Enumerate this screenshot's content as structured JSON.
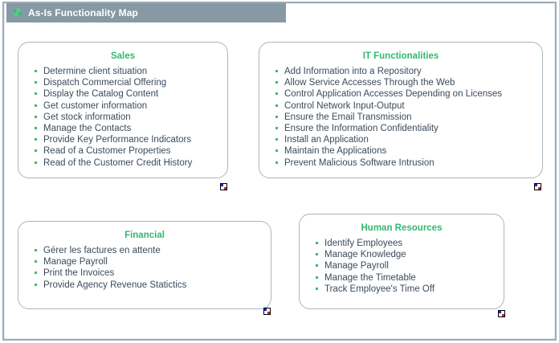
{
  "window": {
    "title": "As-Is Functionality Map",
    "title_icon": "green-diamond-icon",
    "title_bar_color": "#8699a5",
    "frame_border_color": "#9dabb7"
  },
  "theme": {
    "group_title_color": "#32b96e",
    "bullet_color": "#45b86f",
    "text_color": "#3b4a5a",
    "box_border_color": "#aab6bf"
  },
  "groups": [
    {
      "id": "sales",
      "title": "Sales",
      "marker_icon": "decomposition-icon",
      "items": [
        "Determine client situation",
        "Dispatch Commercial Offering",
        "Display the Catalog Content",
        "Get customer information",
        "Get stock information",
        "Manage the Contacts",
        "Provide Key Performance Indicators",
        "Read of a Customer Properties",
        "Read of the Customer Credit History"
      ]
    },
    {
      "id": "it-functionalities",
      "title": "IT Functionalities",
      "marker_icon": "decomposition-icon",
      "items": [
        "Add Information into a Repository",
        "Allow Service Accesses Through the Web",
        "Control Application Accesses Depending on Licenses",
        "Control Network Input-Output",
        "Ensure the Email Transmission",
        "Ensure the Information Confidentiality",
        "Install an Application",
        "Maintain the Applications",
        "Prevent Malicious Software Intrusion"
      ]
    },
    {
      "id": "financial",
      "title": "Financial",
      "marker_icon": "decomposition-icon",
      "items": [
        "Gérer les factures en attente",
        "Manage Payroll",
        "Print the Invoices",
        "Provide Agency Revenue Statictics"
      ]
    },
    {
      "id": "human-resources",
      "title": "Human Resources",
      "marker_icon": "decomposition-icon",
      "items": [
        "Identify Employees",
        "Manage Knowledge",
        "Manage Payroll",
        "Manage the Timetable",
        "Track Employee's Time Off"
      ]
    }
  ]
}
